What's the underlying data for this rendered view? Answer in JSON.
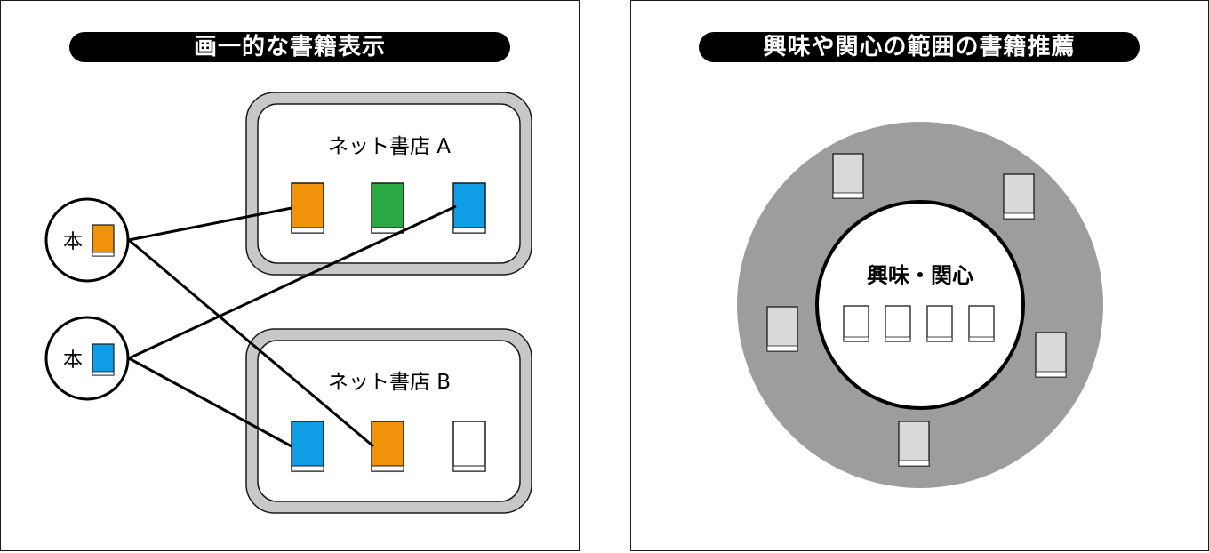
{
  "left": {
    "title": "画一的な書籍表示",
    "store_a_label": "ネット書店 A",
    "store_b_label": "ネット書店 B",
    "node_top_label": "本",
    "node_bottom_label": "本"
  },
  "right": {
    "title": "興味や関心の範囲の書籍推薦",
    "center_label": "興味・関心"
  },
  "colors": {
    "orange": "#f0930b",
    "green": "#2aa843",
    "blue": "#0f9de6",
    "white": "#ffffff",
    "gray_ring": "#9d9d9d",
    "gray_book": "#d9d9d9",
    "store_border": "#c8c8c8"
  }
}
